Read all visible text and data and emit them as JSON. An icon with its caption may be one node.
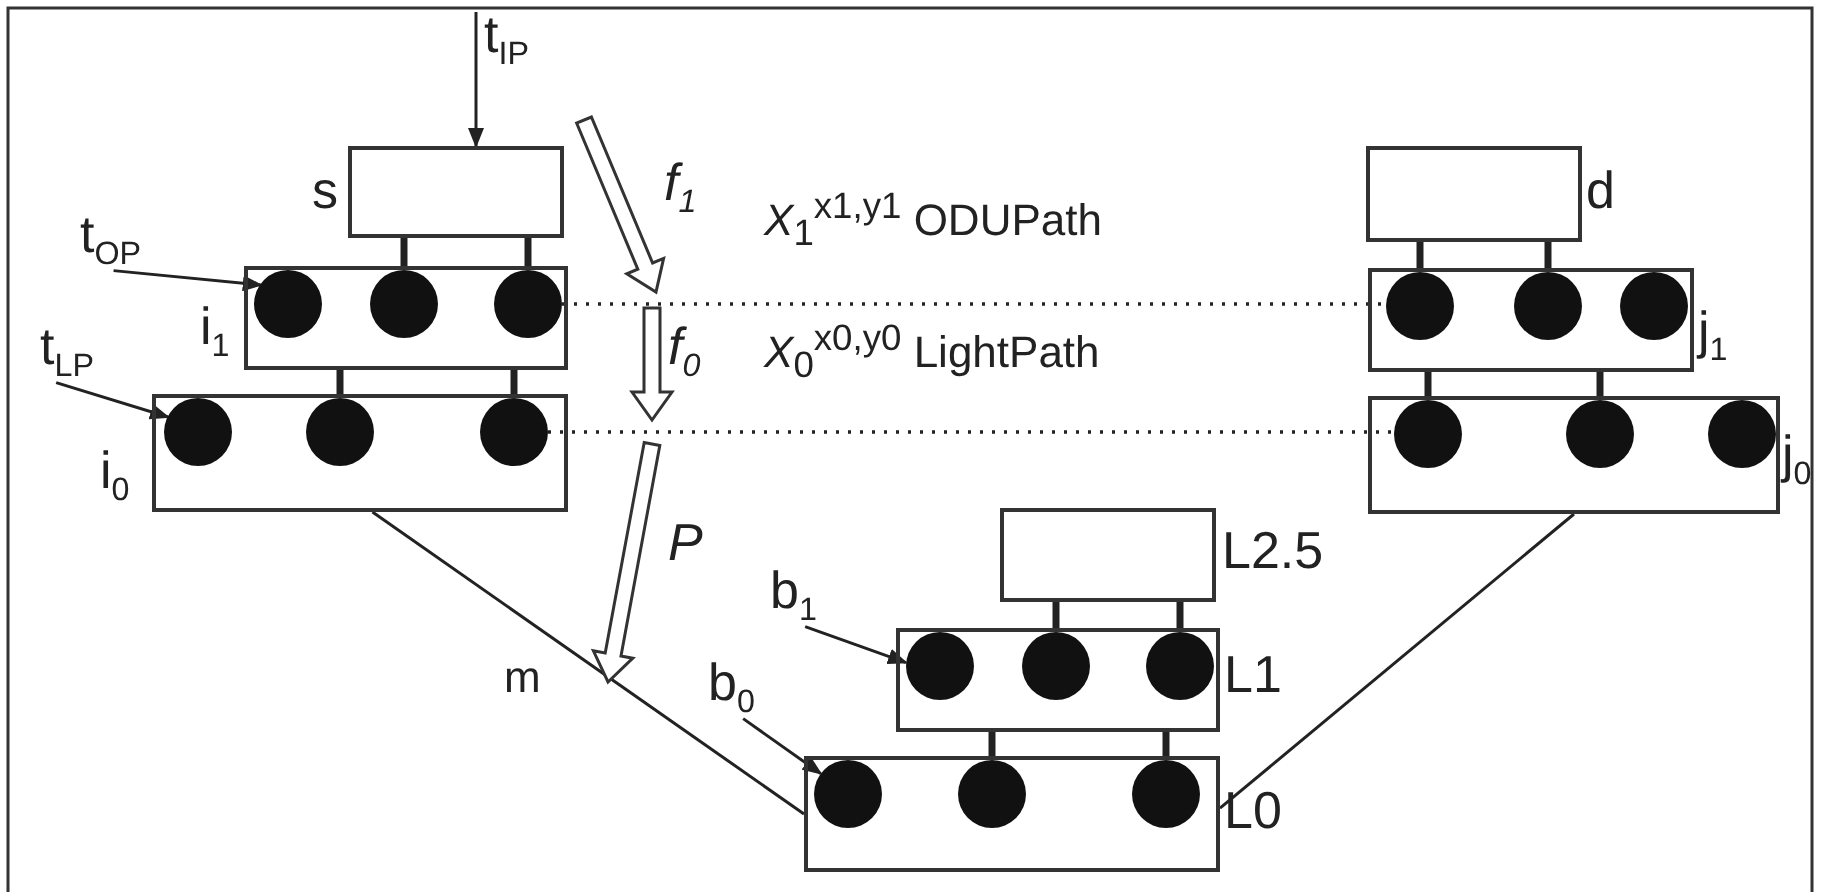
{
  "diagram": {
    "nodes": [
      {
        "text": [
          "t$_{IP}$"
        ]
      },
      {
        "text": [],
        "shape": "box",
        "beside": [
          "s"
        ]
      },
      {
        "text": [
          "t$_{OP}$"
        ]
      },
      {
        "text": [],
        "shape": "box",
        "beside": [
          "i$_{1}$"
        ]
      },
      {
        "text": [],
        "shape": "circle",
        "in": 3
      },
      {
        "text": [],
        "shape": "circle",
        "in": 3
      },
      {
        "text": [],
        "shape": "circle",
        "in": 3
      },
      {
        "text": [
          "t$_{LP}$"
        ]
      },
      {
        "text": [],
        "shape": "box",
        "beside": [
          "i$_{0}$"
        ]
      },
      {
        "text": [],
        "shape": "circle",
        "in": 8
      },
      {
        "text": [],
        "shape": "circle",
        "in": 8
      },
      {
        "text": [],
        "shape": "circle",
        "in": 8
      },
      {
        "text": [],
        "shape": "box",
        "beside": [
          "d"
        ]
      },
      {
        "text": [],
        "shape": "box",
        "beside": [
          "j$_{1}$"
        ]
      },
      {
        "text": [],
        "shape": "circle",
        "in": 13
      },
      {
        "text": [],
        "shape": "circle",
        "in": 13
      },
      {
        "text": [],
        "shape": "circle",
        "in": 13
      },
      {
        "text": [],
        "shape": "box",
        "beside": [
          "j$_{0}$"
        ]
      },
      {
        "text": [],
        "shape": "circle",
        "in": 17
      },
      {
        "text": [],
        "shape": "circle",
        "in": 17
      },
      {
        "text": [],
        "shape": "circle",
        "in": 17
      },
      {
        "text": [],
        "shape": "box",
        "beside": [
          "L2.5"
        ]
      },
      {
        "text": [
          "b$_{1}$"
        ]
      },
      {
        "text": [],
        "shape": "box",
        "beside": [
          "L1"
        ]
      },
      {
        "text": [],
        "shape": "circle",
        "in": 23
      },
      {
        "text": [],
        "shape": "circle",
        "in": 23
      },
      {
        "text": [],
        "shape": "circle",
        "in": 23
      },
      {
        "text": [
          "b$_{0}$"
        ]
      },
      {
        "text": [],
        "shape": "box",
        "beside": [
          "L0"
        ]
      },
      {
        "text": [],
        "shape": "circle",
        "in": 28
      },
      {
        "text": [],
        "shape": "circle",
        "in": 28
      },
      {
        "text": [],
        "shape": "circle",
        "in": 28
      }
    ],
    "edges": [
      {
        "from": 0,
        "to": 1,
        "arrow": "to"
      },
      {
        "from": 2,
        "to": 4,
        "arrow": "to"
      },
      {
        "from": 7,
        "to": 9,
        "arrow": "to"
      },
      {
        "from": 22,
        "to": 24,
        "arrow": "to"
      },
      {
        "from": 27,
        "to": 29,
        "arrow": "to"
      },
      {
        "from": 1,
        "to": 5,
        "arrow": "none"
      },
      {
        "from": 1,
        "to": 6,
        "arrow": "none"
      },
      {
        "from": 3,
        "to": 10,
        "arrow": "none"
      },
      {
        "from": 3,
        "to": 11,
        "arrow": "none"
      },
      {
        "from": 12,
        "to": 14,
        "arrow": "none"
      },
      {
        "from": 12,
        "to": 15,
        "arrow": "none"
      },
      {
        "from": 13,
        "to": 18,
        "arrow": "none"
      },
      {
        "from": 13,
        "to": 19,
        "arrow": "none"
      },
      {
        "from": 21,
        "to": 25,
        "arrow": "none"
      },
      {
        "from": 21,
        "to": 26,
        "arrow": "none"
      },
      {
        "from": 23,
        "to": 30,
        "arrow": "none"
      },
      {
        "from": 23,
        "to": 31,
        "arrow": "none"
      },
      {
        "from": 6,
        "to": 14,
        "arrow": "none",
        "style": "dashed",
        "label": "*X*$_{1}$$^{x1,y1}$ ODUPath"
      },
      {
        "from": 11,
        "to": 18,
        "arrow": "none",
        "style": "dashed",
        "label": "*X*$_{0}$$^{x0,y0}$ LightPath"
      },
      {
        "from": 8,
        "to": 28,
        "arrow": "none",
        "label": "m"
      },
      {
        "from": 17,
        "to": 28,
        "arrow": "none"
      }
    ],
    "labels": [
      "f$_{1}$",
      "f$_{0}$",
      "P"
    ]
  }
}
